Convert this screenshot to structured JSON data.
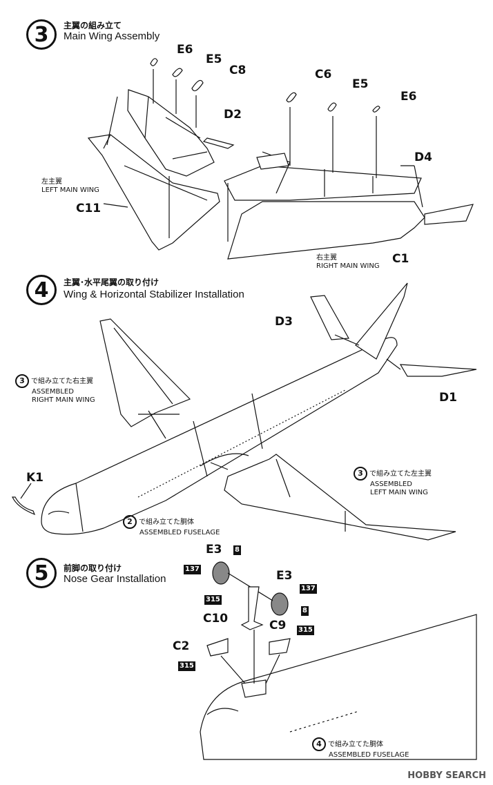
{
  "steps": [
    {
      "num": "3",
      "jp": "主翼の組み立て",
      "en": "Main Wing Assembly"
    },
    {
      "num": "4",
      "jp": "主翼･水平尾翼の取り付け",
      "en": "Wing & Horizontal Stabilizer Installation"
    },
    {
      "num": "5",
      "jp": "前脚の取り付け",
      "en": "Nose Gear Installation"
    }
  ],
  "step3": {
    "parts_left": [
      "E6",
      "E5",
      "C8",
      "D2",
      "C11"
    ],
    "parts_right": [
      "C6",
      "E5",
      "E6",
      "D4",
      "C1"
    ],
    "left_wing_jp": "左主翼",
    "left_wing_en": "LEFT MAIN WING",
    "right_wing_jp": "右主翼",
    "right_wing_en": "RIGHT MAIN WING"
  },
  "step4": {
    "parts": [
      "D3",
      "D1",
      "K1"
    ],
    "ref_right": {
      "num": "3",
      "jp": "で組み立てた右主翼",
      "en1": "ASSEMBLED",
      "en2": "RIGHT MAIN WING"
    },
    "ref_left": {
      "num": "3",
      "jp": "で組み立てた左主翼",
      "en1": "ASSEMBLED",
      "en2": "LEFT MAIN WING"
    },
    "ref_fuselage": {
      "num": "2",
      "jp": "で組み立てた胴体",
      "en": "ASSEMBLED FUSELAGE"
    }
  },
  "step5": {
    "parts": [
      "E3",
      "E3",
      "C10",
      "C2",
      "C9"
    ],
    "codes": [
      "8",
      "137",
      "137",
      "8",
      "315",
      "315",
      "315"
    ],
    "ref_fuselage": {
      "num": "4",
      "jp": "で組み立てた胴体",
      "en": "ASSEMBLED FUSELAGE"
    }
  },
  "watermark": "HOBBY SEARCH",
  "colors": {
    "line": "#111111",
    "tire": "#555555"
  }
}
